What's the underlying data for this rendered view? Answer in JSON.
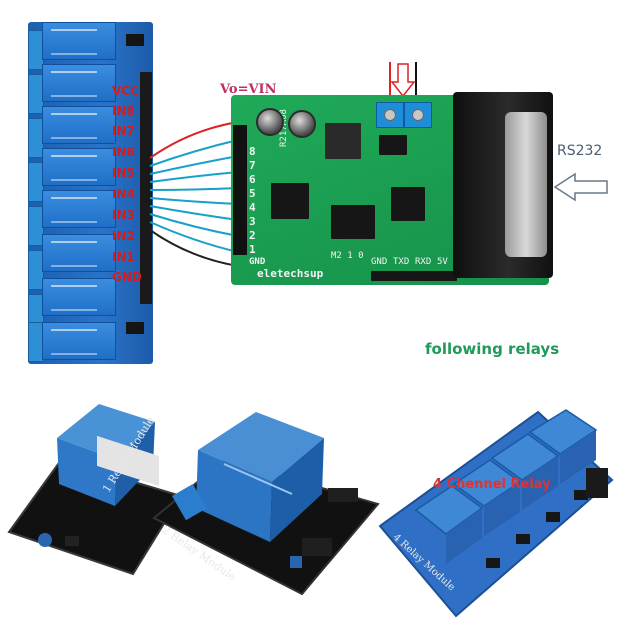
{
  "top_left_board": {
    "pin_labels": [
      "VCC",
      "IN8",
      "IN7",
      "IN6",
      "IN5",
      "IN4",
      "IN3",
      "IN2",
      "IN1",
      "GND"
    ]
  },
  "converter_board": {
    "vout_label": "Vo=VIN",
    "part_number": "R217A08",
    "brand": "eletechsup",
    "pin_numbers": [
      "8",
      "7",
      "6",
      "5",
      "4",
      "3",
      "2",
      "1",
      "GND"
    ],
    "bottom_silk": "M2 1 0",
    "uart_labels": [
      "GND",
      "TXD",
      "RXD",
      "5V"
    ]
  },
  "interface_label": "RS232",
  "following_caption": "following relays",
  "modules": {
    "one": "1 Relay Module",
    "two": "2 Relay Module",
    "four": "4 Relay Module",
    "four_overlay": "4 Chennel Relay"
  },
  "colors": {
    "pin_label": "#d81b1b",
    "board_green": "#1a9e52",
    "relay_blue": "#1f6fc7",
    "caption_green": "#1f9a5a",
    "rs232_text": "#4a5c6f",
    "vout_text": "#c0305c"
  }
}
